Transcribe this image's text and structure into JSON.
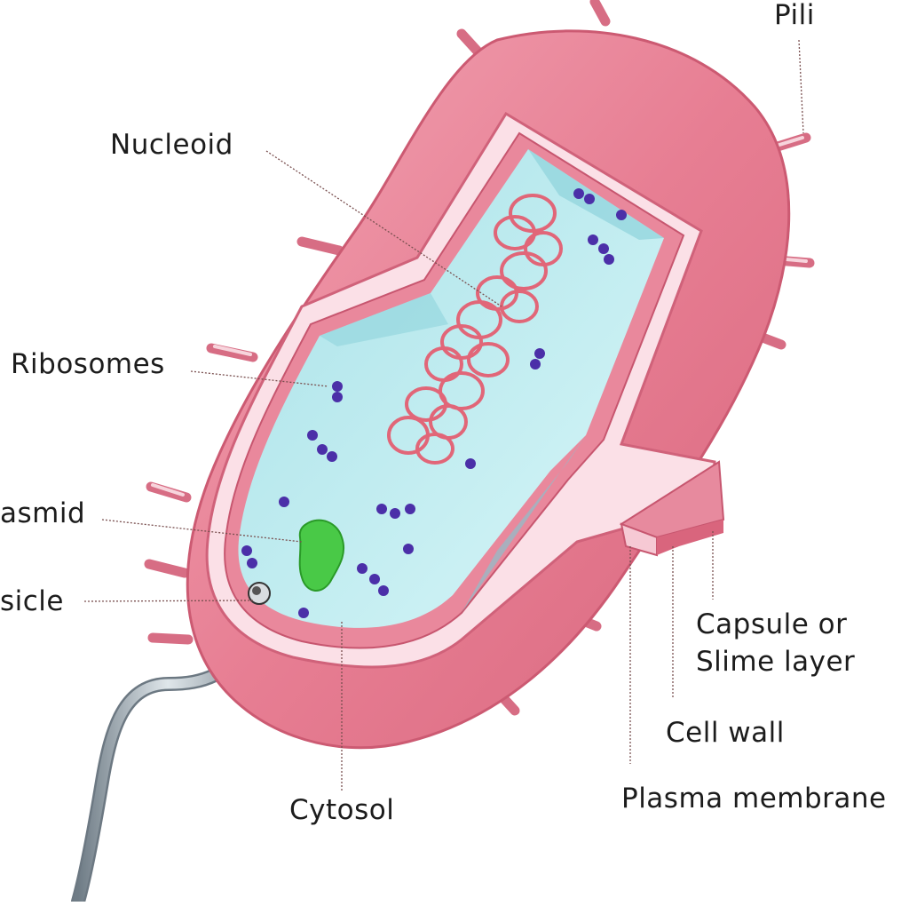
{
  "diagram": {
    "labels": {
      "pili": "Pili",
      "nucleoid": "Nucleoid",
      "ribosomes": "Ribosomes",
      "plasmid": "asmid",
      "vesicle": "sicle",
      "cytosol": "Cytosol",
      "capsule_line1": "Capsule or",
      "capsule_line2": "Slime layer",
      "cell_wall": "Cell wall",
      "plasma_membrane": "Plasma membrane"
    },
    "colors": {
      "capsule": "#e67a90",
      "capsule_light": "#f4b9c5",
      "cell_wall": "#fbe3ea",
      "membrane": "#d9607a",
      "cytosol": "#bfeef2",
      "nucleoid": "#e5586c",
      "ribosome": "#4b2fa8",
      "plasmid": "#3ec23a",
      "flagellum": "#8f9aa3"
    }
  }
}
